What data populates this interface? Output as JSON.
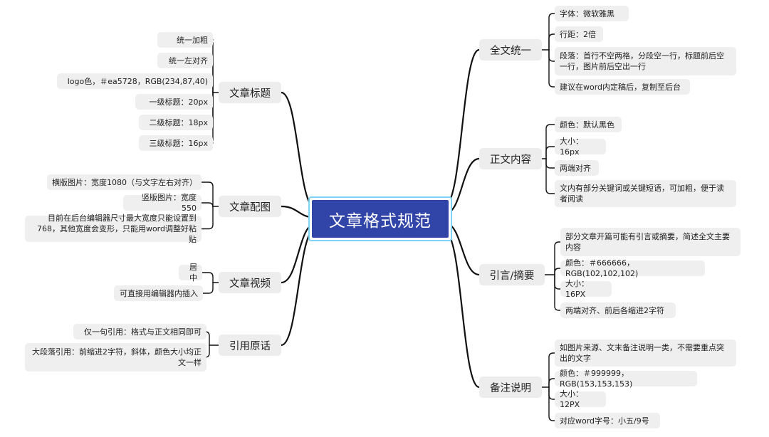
{
  "root": {
    "label": "文章格式规范",
    "color": "#3145a8",
    "border_color": "#7fd4f5"
  },
  "branches": {
    "title": {
      "label": "文章标题",
      "items": [
        "统一加粗",
        "统一左对齐",
        "logo色，＃ea5728，RGB(234,87,40)",
        "一级标题：20px",
        "二级标题：18px",
        "三级标题：16px"
      ]
    },
    "image": {
      "label": "文章配图",
      "items": [
        "横版图片：宽度1080（与文字左右对齐）",
        "竖版图片：宽度550",
        "目前在后台编辑器尺寸最大宽度只能设置到768，其他宽度会变形，只能用word调整好粘贴"
      ]
    },
    "video": {
      "label": "文章视频",
      "items": [
        "居中",
        "可直接用编辑器内插入"
      ]
    },
    "quote": {
      "label": "引用原话",
      "items": [
        "仅一句引用：格式与正文相同即可",
        "大段落引用：前缩进2字符，斜体，颜色大小均正文一样"
      ]
    },
    "global": {
      "label": "全文统一",
      "items": [
        "字体：微软雅黑",
        "行距：2倍",
        "段落：首行不空两格，分段空一行，标题前后空一行，图片前后空出一行",
        "建议在word内定稿后，复制至后台"
      ]
    },
    "body": {
      "label": "正文内容",
      "items": [
        "颜色：默认黑色",
        "大小：16px",
        "两端对齐",
        "文内有部分关键词或关键短语，可加粗，便于读者阅读"
      ]
    },
    "abstract": {
      "label": "引言/摘要",
      "items": [
        "部分文章开篇可能有引言或摘要，简述全文主要内容",
        "颜色：＃666666，RGB(102,102,102)",
        "大小：16PX",
        "两端对齐、前后各缩进2字符"
      ]
    },
    "note": {
      "label": "备注说明",
      "items": [
        "如图片来源、文末备注说明一类，不需要重点突出的文字",
        "颜色：＃999999，RGB(153,153,153)",
        "大小：12PX",
        "对应word字号：小五/9号"
      ]
    }
  }
}
